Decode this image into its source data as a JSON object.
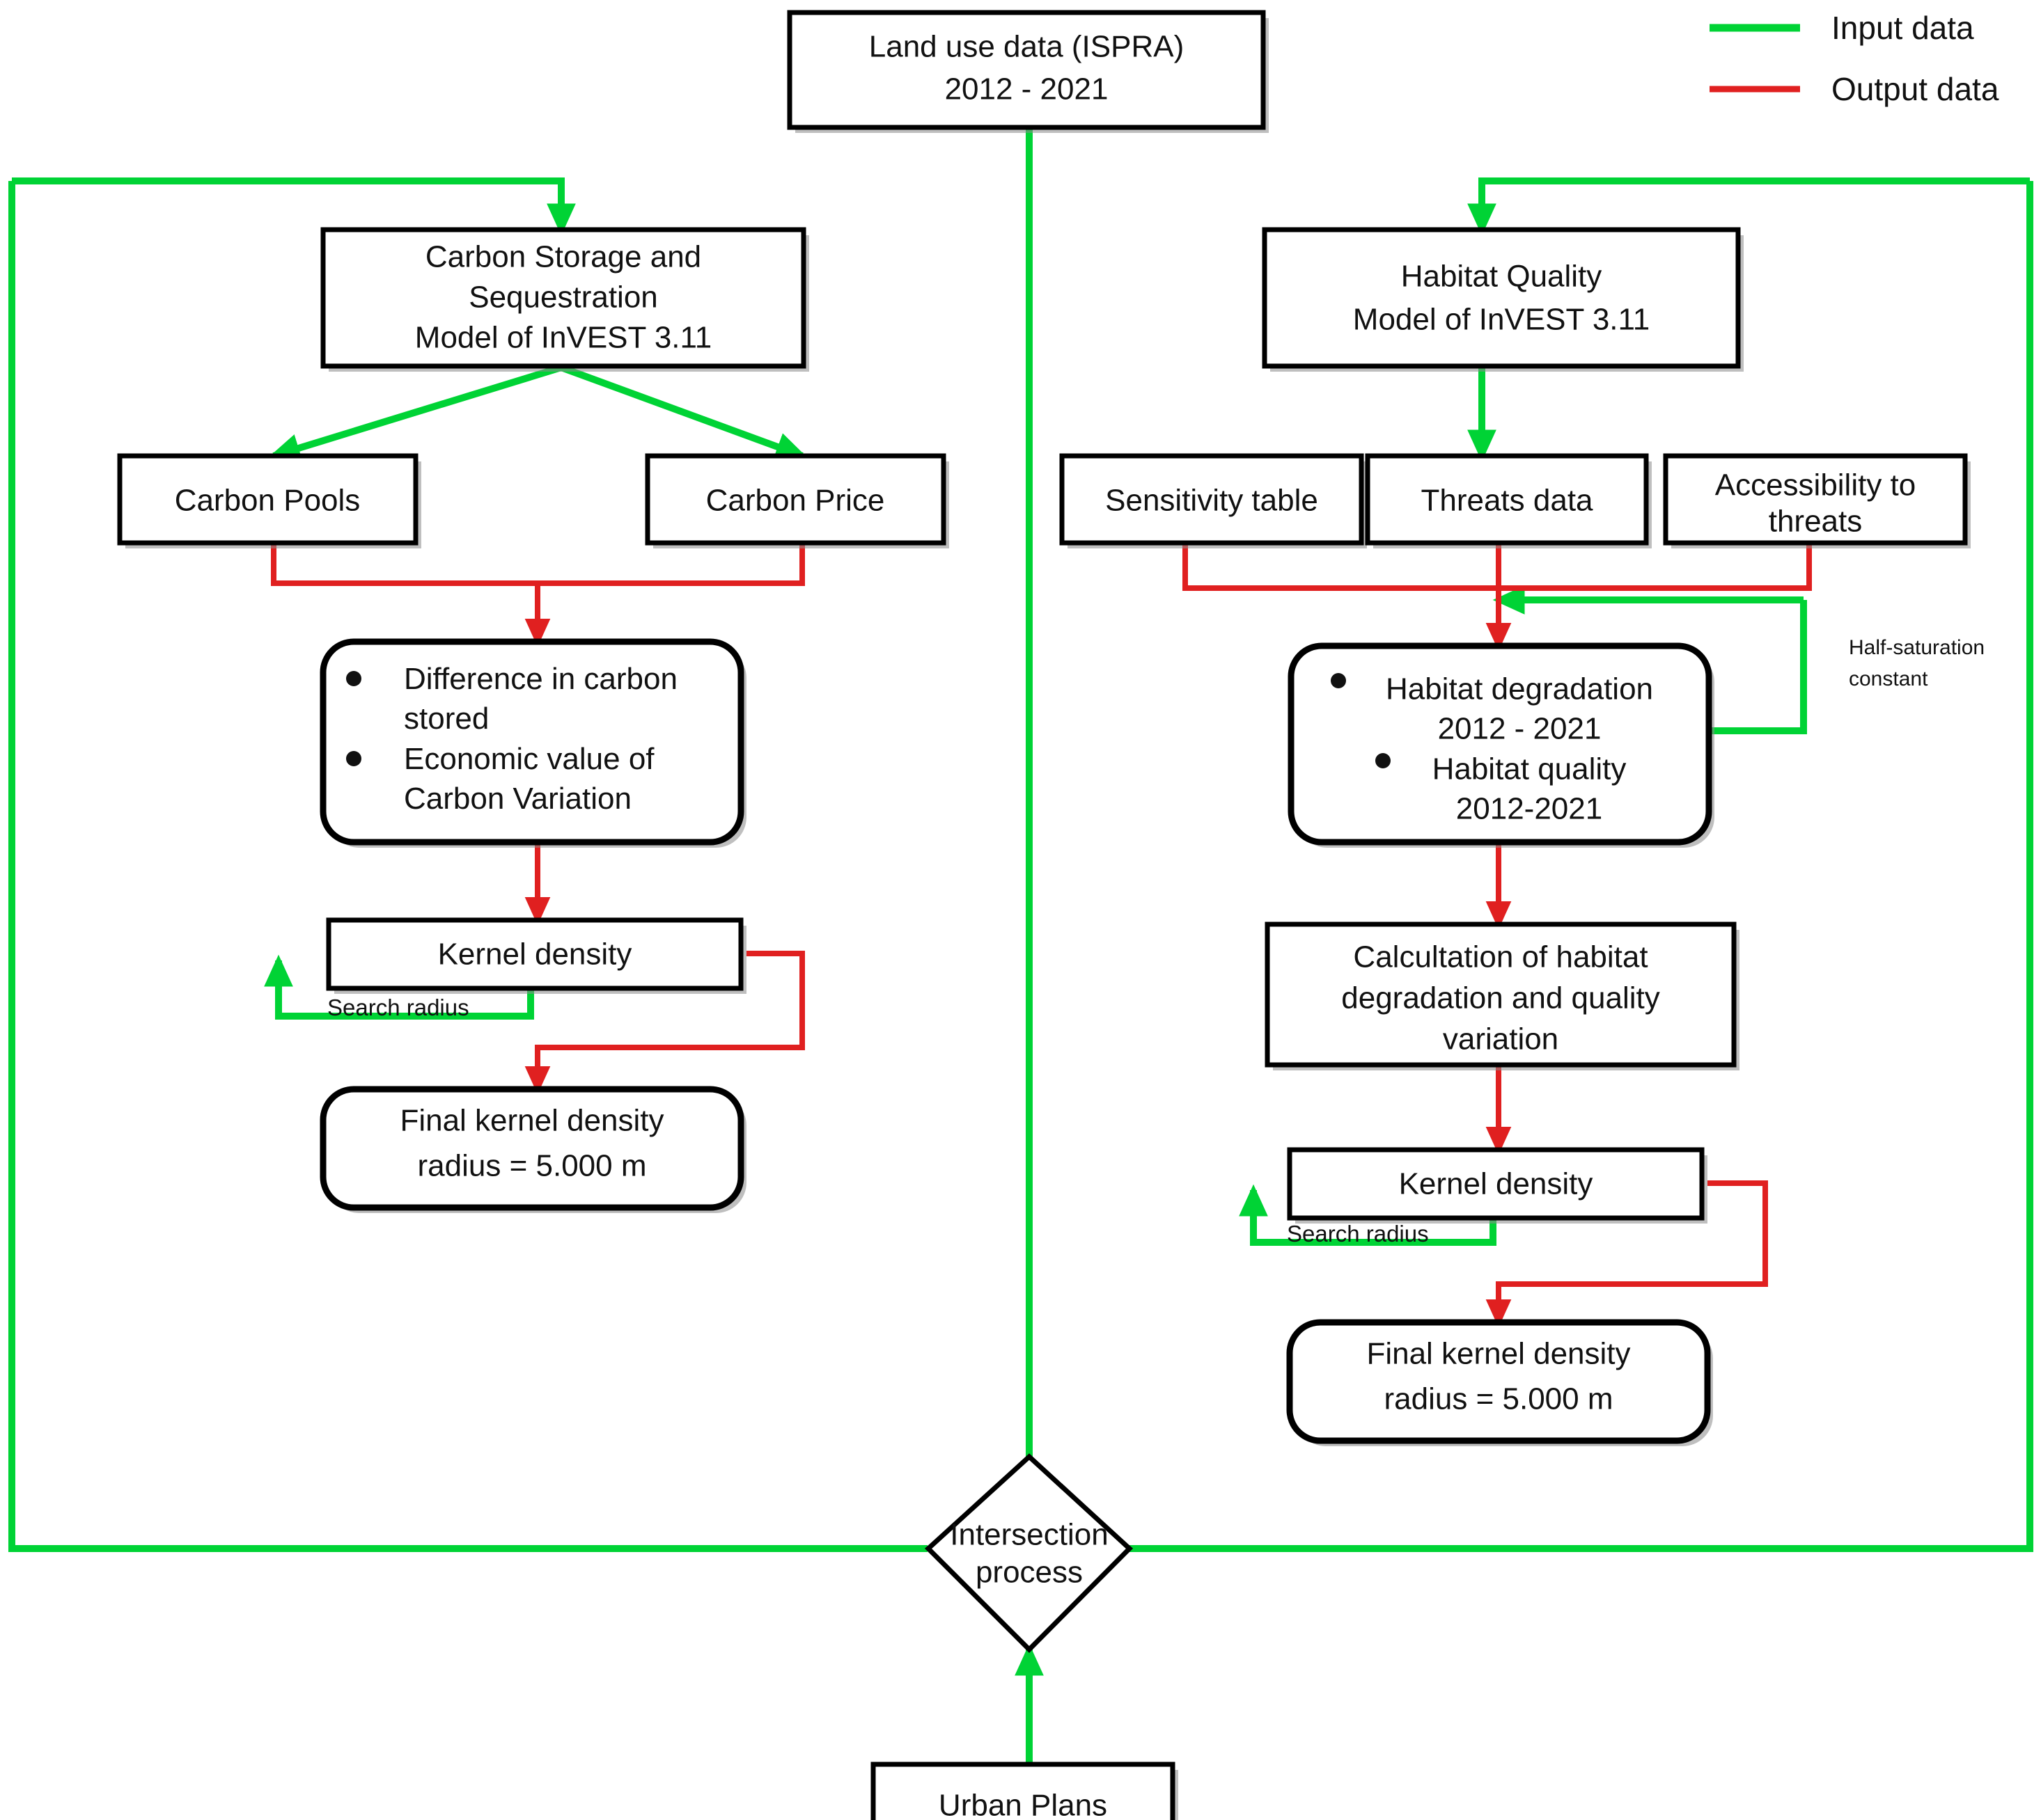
{
  "legend": {
    "items": [
      {
        "label": "Input data",
        "color": "#00d335"
      },
      {
        "label": "Output data",
        "color": "#e02020"
      }
    ]
  },
  "nodes": {
    "land_use": {
      "line1": "Land use data (ISPRA)",
      "line2": "2012 - 2021"
    },
    "carbon_model": {
      "line1": "Carbon Storage and",
      "line2": "Sequestration",
      "line3": "Model of InVEST 3.11"
    },
    "habitat_model": {
      "line1": "Habitat Quality",
      "line2": "Model of InVEST 3.11"
    },
    "carbon_pools": {
      "line1": "Carbon Pools"
    },
    "carbon_price": {
      "line1": "Carbon Price"
    },
    "sensitivity_table": {
      "line1": "Sensitivity table"
    },
    "threats_data": {
      "line1": "Threats data"
    },
    "accessibility": {
      "line1": "Accessibility to",
      "line2": "threats"
    },
    "carbon_outputs": {
      "bullet1_line1": "Difference in carbon",
      "bullet1_line2": "stored",
      "bullet2_line1": "Economic value of",
      "bullet2_line2": "Carbon Variation"
    },
    "habitat_outputs": {
      "bullet1_line1": "Habitat degradation",
      "bullet1_line2": "2012 - 2021",
      "bullet2_line1": "Habitat quality",
      "bullet2_line2": "2012-2021"
    },
    "kernel_density_left": {
      "line1": "Kernel density"
    },
    "kernel_density_right": {
      "line1": "Kernel density"
    },
    "habitat_calc": {
      "line1": "Calcultation of habitat",
      "line2": "degradation and quality",
      "line3": "variation"
    },
    "final_kernel_left": {
      "line1": "Final kernel density",
      "line2": "radius = 5.000 m"
    },
    "final_kernel_right": {
      "line1": "Final kernel density",
      "line2": "radius = 5.000 m"
    },
    "intersection": {
      "line1": "Intersection",
      "line2": "process"
    },
    "urban_plans": {
      "line1": "Urban Plans"
    }
  },
  "edge_labels": {
    "search_radius_left": "Search radius",
    "search_radius_right": "Search radius",
    "half_saturation_line1": "Half-saturation",
    "half_saturation_line2": "constant"
  },
  "colors": {
    "input": "#00d335",
    "output": "#e02020",
    "outline": "#000000",
    "background": "#ffffff"
  }
}
